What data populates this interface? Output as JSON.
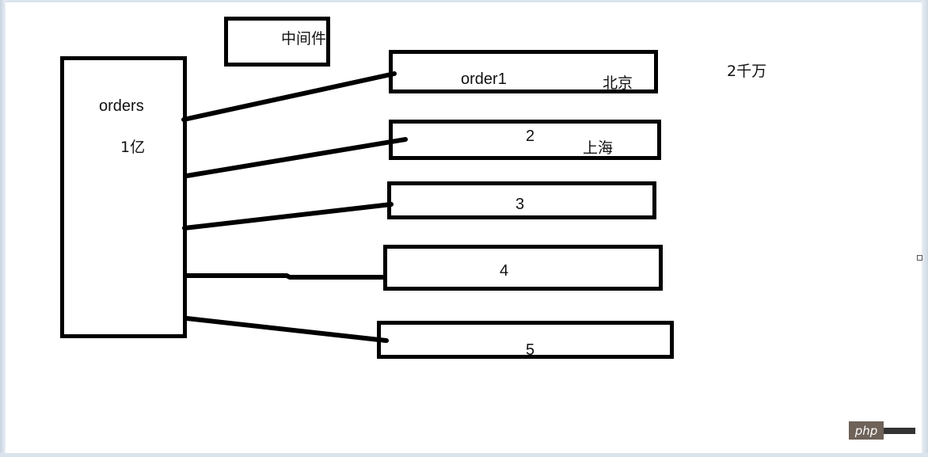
{
  "source_table": {
    "name": "orders",
    "count": "1亿"
  },
  "middleware": {
    "label": "中间件"
  },
  "shards": [
    {
      "label": "order1",
      "note": "北京"
    },
    {
      "label": "2",
      "note": "上海"
    },
    {
      "label": "3",
      "note": ""
    },
    {
      "label": "4",
      "note": ""
    },
    {
      "label": "5",
      "note": ""
    }
  ],
  "shard_size": "2千万",
  "watermark": {
    "text": "php"
  },
  "colors": {
    "stroke": "#000000",
    "background": "#ffffff",
    "watermark_bg": "#6e6259"
  }
}
